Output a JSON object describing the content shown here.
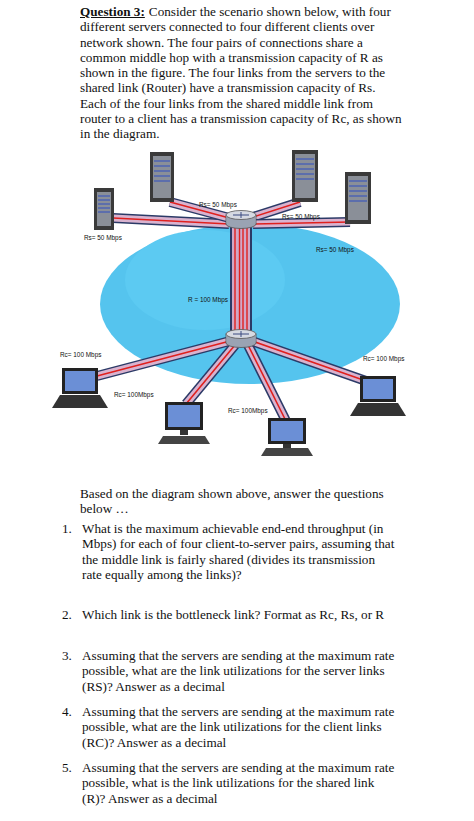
{
  "diagram": {
    "title": "Question 3:",
    "labels": [
      "Consider the scenario shown below, with four different servers connected to four different clients over network shown. The four pairs of connections share a common middle hop with a transmission capacity of R as shown in the figure. The four links from the servers to the shared link (Router) have a transmission capacity of Rs. Each of the four links from the shared middle link from router to a client has a transmission capacity of Rc, as shown in the diagram.",
      "Rs= 50 Mbps",
      "Rs= 50 Mbps",
      "Rs= 50 Mbps",
      "Rs= 50 Mbps",
      "R = 100 Mbps",
      "Rc= 100 Mbps",
      "Rc= 100 Mbps",
      "Rc= 100Mbps",
      "Rc= 100Mbps",
      "Based on the diagram shown above, answer the questions below …",
      "1.",
      "What is the maximum achievable end-end throughput (in Mbps) for each of four client-to-server pairs, assuming that the middle link is fairly shared (divides its transmission rate equally among the links)?",
      "2.",
      "Which link is the bottleneck link? Format as Rc, Rs, or R",
      "3.",
      "Assuming that the servers are sending at the maximum rate possible, what are the link utilizations for the server links (RS)? Answer as a decimal",
      "4.",
      "Assuming that the servers are sending at the maximum rate possible, what are the link utilizations for the client links (RC)? Answer as a decimal",
      "5.",
      "Assuming that the servers are sending at the maximum rate possible, what is the link utilizations for the shared link (R)? Answer as a decimal"
    ]
  }
}
